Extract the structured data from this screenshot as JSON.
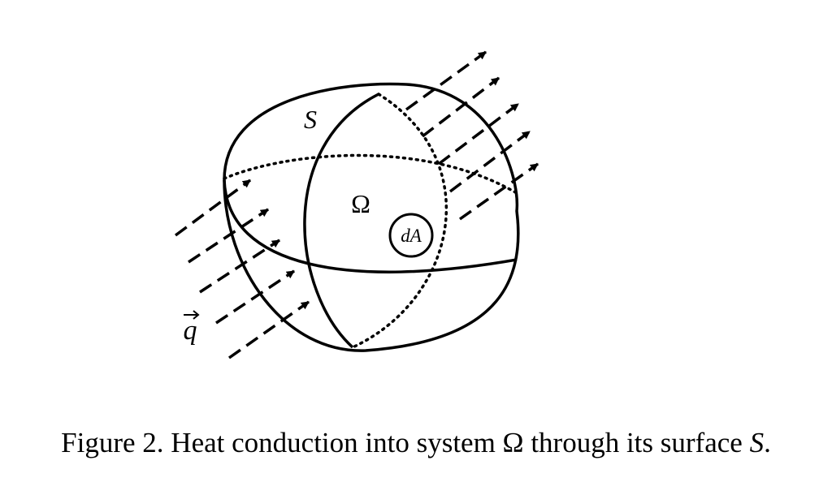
{
  "labels": {
    "surface": "S",
    "system": "Ω",
    "area_element": "dA",
    "flux_letter": "q"
  },
  "caption": {
    "text": "Figure 2. Heat conduction into system Ω through its surface ",
    "symbol": "S",
    "end": "."
  }
}
